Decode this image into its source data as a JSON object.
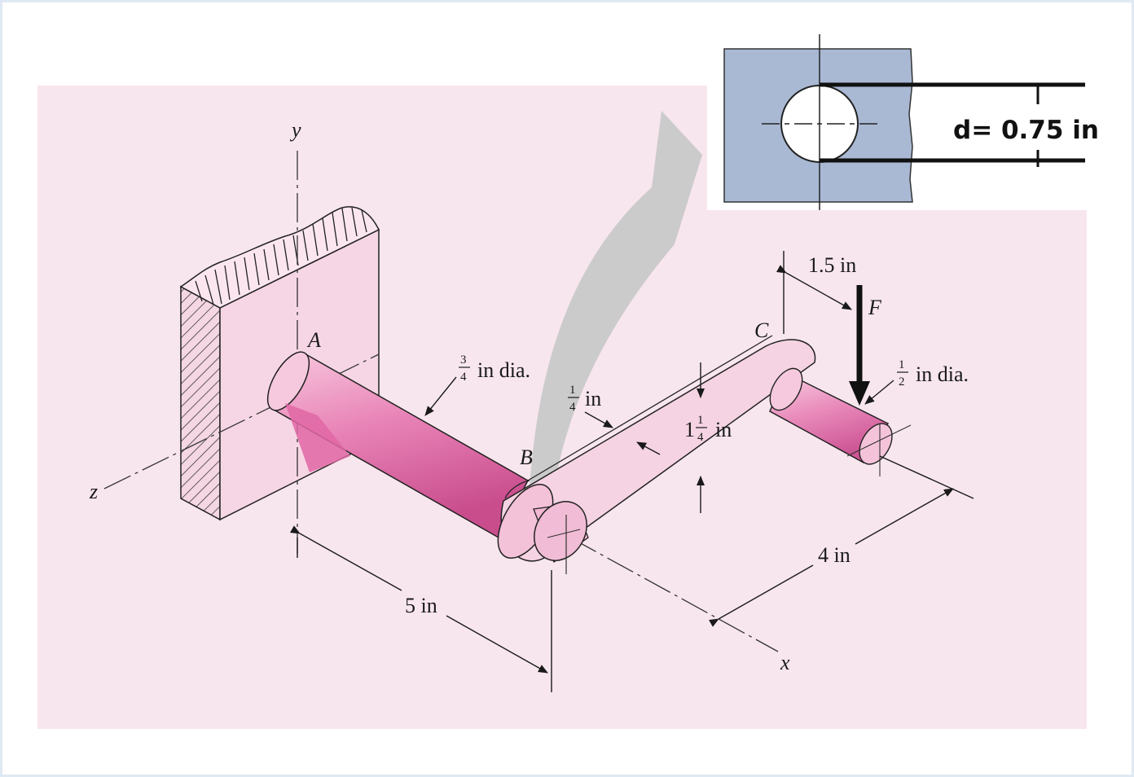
{
  "labels": {
    "y_axis": "y",
    "z_axis": "z",
    "x_axis": "x",
    "point_a": "A",
    "point_b": "B",
    "point_c": "C",
    "force": "F",
    "dim_5in": "5 in",
    "dim_4in": "4 in",
    "dim_1_5in": "1.5 in",
    "shaft_ab_num": "3",
    "shaft_ab_den": "4",
    "shaft_ab_unit": "in dia.",
    "plate_thk_num": "1",
    "plate_thk_den": "4",
    "plate_thk_unit": "in",
    "plate_w_whole": "1",
    "plate_w_num": "1",
    "plate_w_den": "4",
    "plate_w_unit": "in",
    "pin_num": "1",
    "pin_den": "2",
    "pin_unit": "in dia."
  },
  "inset": {
    "hole_label": "d= 0.75 in"
  },
  "colors": {
    "background_panel": "#f8e6ee",
    "part_pink": "#f4cfe0",
    "part_magenta": "#e06aa6",
    "wall": "#f4d3e1",
    "inset_plate": "#a9b9d4",
    "arrow_gray": "#c9c9c9"
  }
}
